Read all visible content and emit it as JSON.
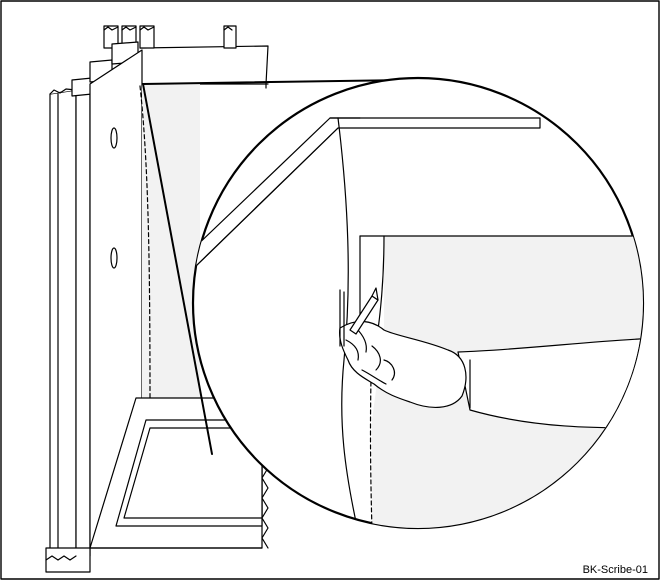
{
  "figure": {
    "caption": "BK-Scribe-01",
    "colors": {
      "stroke": "#000000",
      "panel_fill": "#f2f2f2",
      "background": "#ffffff"
    },
    "parts": [
      "cabinet-frame",
      "side-panel",
      "dashed-scribe-line",
      "base-tray",
      "magnifier-callout",
      "hand",
      "pencil"
    ]
  }
}
